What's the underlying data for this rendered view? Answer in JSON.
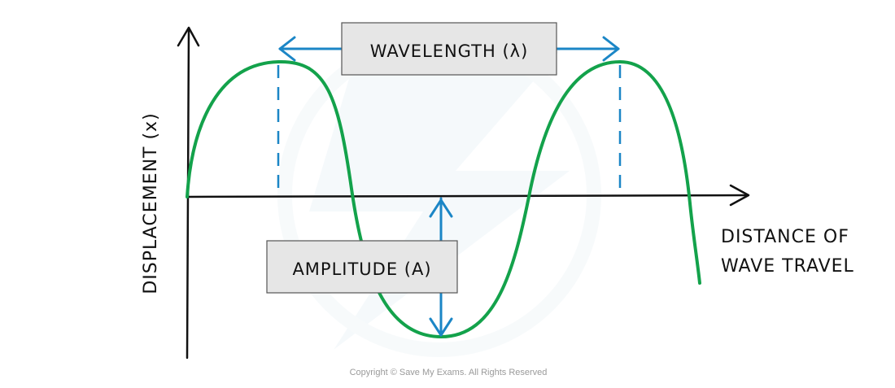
{
  "diagram": {
    "y_axis_label": "DISPLACEMENT (x)",
    "x_axis_label_line1": "DISTANCE OF",
    "x_axis_label_line2": "WAVE TRAVEL",
    "wavelength_label": "WAVELENGTH (λ)",
    "amplitude_label": "AMPLITUDE (A)",
    "copyright": "Copyright © Save My Exams. All Rights Reserved"
  },
  "colors": {
    "wave": "#13a24b",
    "annotation": "#1b86c6",
    "axis": "#111111",
    "label_box_fill": "#e6e6e6",
    "label_box_stroke": "#555555",
    "watermark": "#eaf3f8"
  }
}
